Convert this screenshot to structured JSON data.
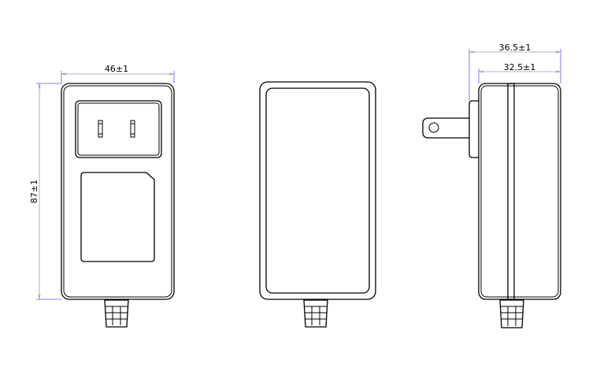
{
  "drawing": {
    "front_view": {
      "width_dim": "46±1",
      "height_dim": "87±1"
    },
    "side_view": {
      "overall_depth_dim": "36.5±1",
      "body_depth_dim": "32.5±1"
    },
    "colors": {
      "line": "#000000",
      "dimension_line": "#9a9ab8",
      "extension_line": "#5a5aff"
    }
  }
}
